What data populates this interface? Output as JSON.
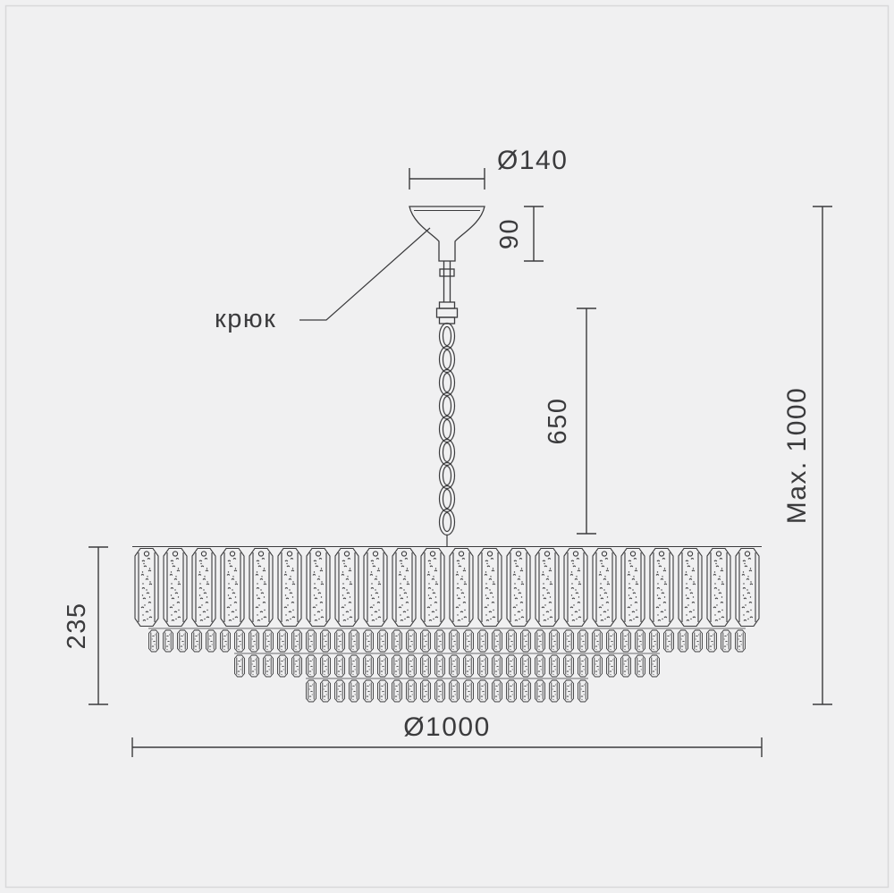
{
  "drawing_title": "chandelier dimensional drawing",
  "colors": {
    "background": "#f0f0f1",
    "frame": "#d8d8da",
    "line": "#3b3b3d",
    "text": "#3b3b3d"
  },
  "labels": {
    "canopy_diameter": "Ø140",
    "canopy_height": "90",
    "hook": "крюк",
    "chain_drop": "650",
    "max_height": "Max. 1000",
    "body_height": "235",
    "body_diameter": "Ø1000"
  },
  "dimensions": {
    "canopy_diameter_value": "140",
    "canopy_height_value": "90",
    "chain_drop_value": "650",
    "max_height_value": "1000",
    "body_height_value": "235",
    "body_diameter_value": "1000"
  }
}
